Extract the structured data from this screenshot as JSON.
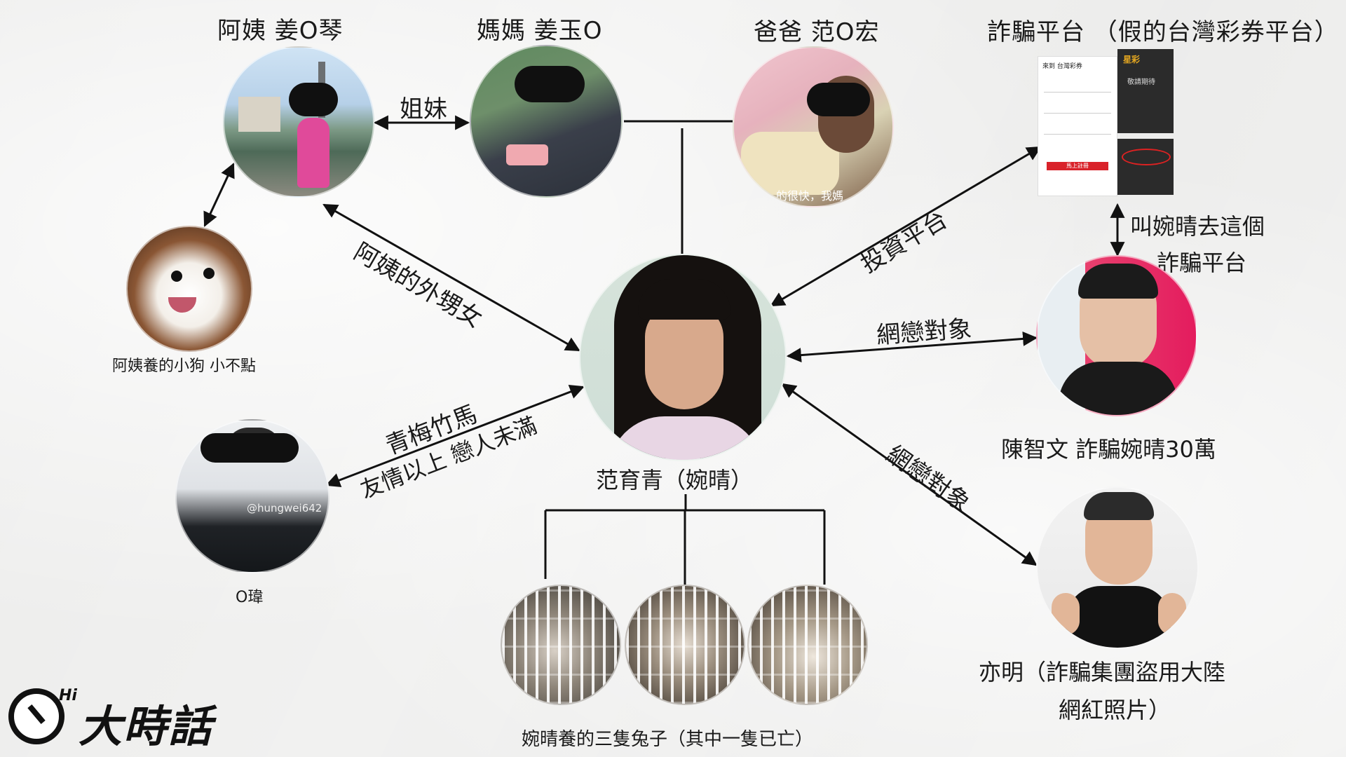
{
  "nodes": {
    "aunt": "阿姨 姜O琴",
    "mother": "媽媽 姜玉O",
    "father": "爸爸 范O宏",
    "platform": "詐騙平台 （假的台灣彩券平台）",
    "dog": "阿姨養的小狗 小不點",
    "center": "范育青（婉晴）",
    "friend": "O瑋",
    "scammer": "陳智文 詐騙婉晴30萬",
    "yiming_line1": "亦明（詐騙集團盜用大陸",
    "yiming_line2": "網紅照片）",
    "rabbits": "婉晴養的三隻兔子（其中一隻已亡）"
  },
  "relations": {
    "sisters": "姐妹",
    "niece": "阿姨的外甥女",
    "invest": "投資平台",
    "tell_line1": "叫婉晴去這個",
    "tell_line2": "詐騙平台",
    "online_love_1": "網戀對象",
    "online_love_2": "網戀對象",
    "childhood_1": "青梅竹馬",
    "childhood_2": "友情以上 戀人未滿"
  },
  "platform_screens": {
    "tag1": "來到 台灣彩券",
    "brand": "星彩",
    "tag2": "敬請期待",
    "btn": "馬上註冊"
  },
  "photo_text": {
    "father_caption": "的很快，我媽",
    "tiktok_user": "@hungwei642"
  },
  "logo": {
    "text": "大時話",
    "badge": "Hi"
  }
}
